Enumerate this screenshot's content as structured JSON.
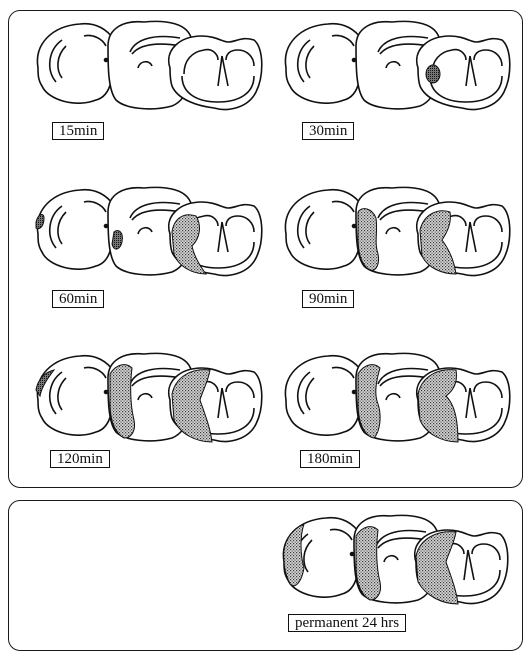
{
  "figure": {
    "groups": [
      {
        "label": "15min",
        "lesion": "none"
      },
      {
        "label": "30min",
        "lesion": "small-striatal"
      },
      {
        "label": "60min",
        "lesion": "partial"
      },
      {
        "label": "90min",
        "lesion": "large"
      },
      {
        "label": "120min",
        "lesion": "large-cortical"
      },
      {
        "label": "180min",
        "lesion": "large-cortical"
      }
    ],
    "permanent": {
      "label": "permanent 24 hrs",
      "lesion": "large-cortical"
    }
  }
}
